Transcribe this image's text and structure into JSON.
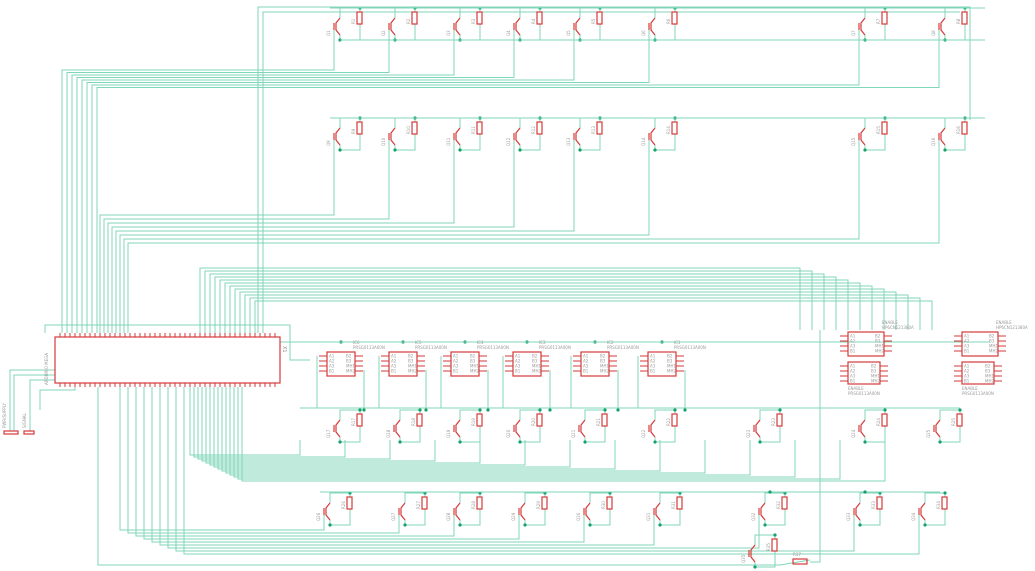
{
  "schematic": {
    "colors": {
      "wire": "#7fd6b8",
      "junction": "#13a06a",
      "part": "#d63a3a",
      "text": "#9a9a9a",
      "background": "#ffffff"
    },
    "main_header": {
      "name": "X1",
      "label": "ARDUINO MEGA"
    },
    "switch_ics": [
      {
        "name": "IC6",
        "value": "PRSG0113A00N"
      },
      {
        "name": "IC5",
        "value": "PRSG0113A00N"
      },
      {
        "name": "IC4",
        "value": "PRSG0113A00N"
      },
      {
        "name": "IC3",
        "value": "PRSG0113A00N"
      },
      {
        "name": "IC2",
        "value": "PRSG0113A00N"
      },
      {
        "name": "IC1",
        "value": "PRSG0113A00N"
      }
    ],
    "right_ics": [
      {
        "name": "ENABLE",
        "value": "HP6CN121380A",
        "sub": "PRSG0113A00N"
      },
      {
        "name": "ENABLE",
        "value": "HP6CN121380A",
        "sub": "PRSG0113A00N"
      }
    ],
    "pin_labels": [
      "A1",
      "A2",
      "A3",
      "B1",
      "B2",
      "B3",
      "MH1",
      "MH2"
    ],
    "connectors": [
      {
        "name": "PWR/SUPPLY"
      },
      {
        "name": "SIGNAL"
      }
    ],
    "bottom_resistor": {
      "name": "R37"
    },
    "transistor_prefix": "Q",
    "resistor_prefix": "R"
  }
}
